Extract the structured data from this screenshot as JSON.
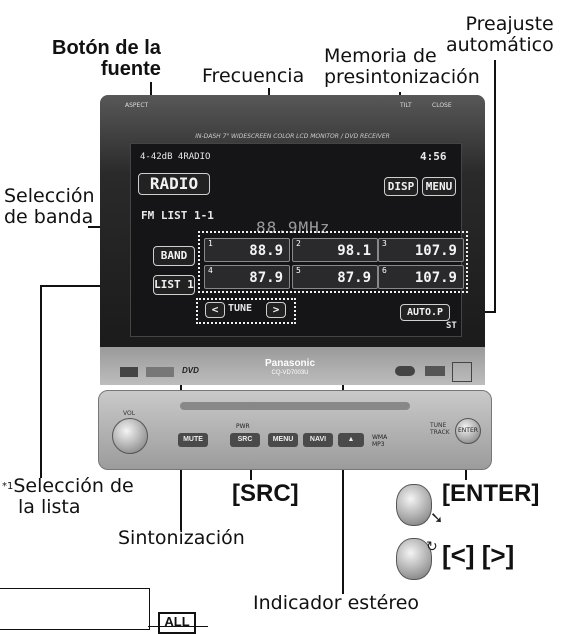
{
  "callouts": {
    "source_button": "Botón de la fuente",
    "source_button_line1": "Botón de la",
    "source_button_line2": "fuente",
    "frequency": "Frecuencia",
    "preset_memory_line1": "Memoria de",
    "preset_memory_line2": "presintonización",
    "auto_preset_line1": "Preajuste",
    "auto_preset_line2": "automático",
    "band_select_line1": "Selección",
    "band_select_line2": "de banda",
    "list_select_marker": "*1",
    "list_select_line1": "Selección de",
    "list_select_line2": "la lista",
    "tuning": "Sintonización",
    "stereo_indicator": "Indicador estéreo",
    "src_key": "[SRC]",
    "enter_key": "[ENTER]",
    "arrows_key": "[<] [>]"
  },
  "device": {
    "top_left_label": "ASPECT",
    "top_tilt_label": "TILT",
    "top_close_label": "CLOSE",
    "model_line": "IN-DASH 7\" WIDESCREEN COLOR LCD MONITOR / DVD RECEIVER",
    "brand": "Panasonic",
    "model": "CQ-VD7003U"
  },
  "screen": {
    "status_left": "4-42dB 4RADIO",
    "clock": "4:56",
    "source": "RADIO",
    "disp_button": "DISP",
    "menu_button": "MENU",
    "list_title": "FM LIST 1-1",
    "frequency": "88.9MHz",
    "band_button": "BAND",
    "list_button": "LIST 1",
    "presets": [
      {
        "num": "1",
        "value": "88.9"
      },
      {
        "num": "2",
        "value": "98.1"
      },
      {
        "num": "3",
        "value": "107.9"
      },
      {
        "num": "4",
        "value": "87.9"
      },
      {
        "num": "5",
        "value": "87.9"
      },
      {
        "num": "6",
        "value": "107.9"
      }
    ],
    "tune_left": "<",
    "tune_label": "TUNE",
    "tune_right": ">",
    "auto_p_button": "AUTO.P",
    "stereo": "ST"
  },
  "faceplate": {
    "vol": "VOL",
    "mute": "MUTE",
    "pwr": "PWR",
    "src": "SRC",
    "menu": "MENU",
    "navi": "NAVI",
    "eject": "▲",
    "wma": "WMA MP3",
    "tune_track": "TUNE TRACK",
    "enter": "ENTER"
  },
  "footer_box": {
    "visible_text": "ALL"
  }
}
